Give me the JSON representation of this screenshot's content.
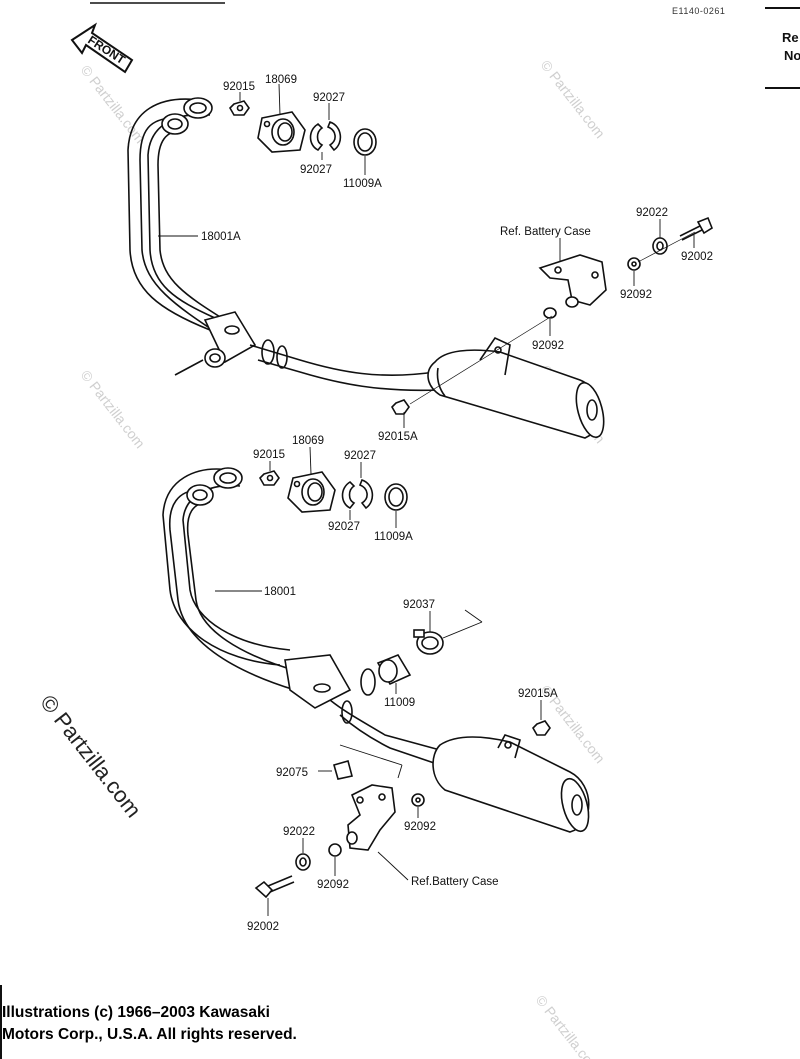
{
  "diagram_code": "E1140-0261",
  "edge_text": [
    "Re",
    "No"
  ],
  "front_arrow_label": "FRONT",
  "watermark": "© Partzilla.com",
  "copyright_lines": [
    "Illustrations (c) 1966–2003 Kawasaki",
    "Motors Corp., U.S.A.  All rights reserved."
  ],
  "upper_assembly": {
    "labels": {
      "nut_a": "92015",
      "flange": "18069",
      "collet_top": "92027",
      "collet_bottom": "92027",
      "gasket": "11009A",
      "exhaust_pipe": "18001A",
      "ref_battery_case": "Ref. Battery Case",
      "washer": "92022",
      "bolt": "92002",
      "bracket_nut": "92092",
      "damper": "92092",
      "muffler_nut": "92015A"
    }
  },
  "lower_assembly": {
    "labels": {
      "nut_a": "92015",
      "flange": "18069",
      "collet_top": "92027",
      "collet_bottom": "92027",
      "gasket": "11009A",
      "exhaust_pipe": "18001",
      "clamp": "92037",
      "joint_gasket": "11009",
      "muffler_nut": "92015A",
      "rubber": "92075",
      "bracket_nut": "92092",
      "washer": "92022",
      "damper": "92092",
      "ref_battery_case": "Ref.Battery Case",
      "bolt": "92002"
    }
  }
}
